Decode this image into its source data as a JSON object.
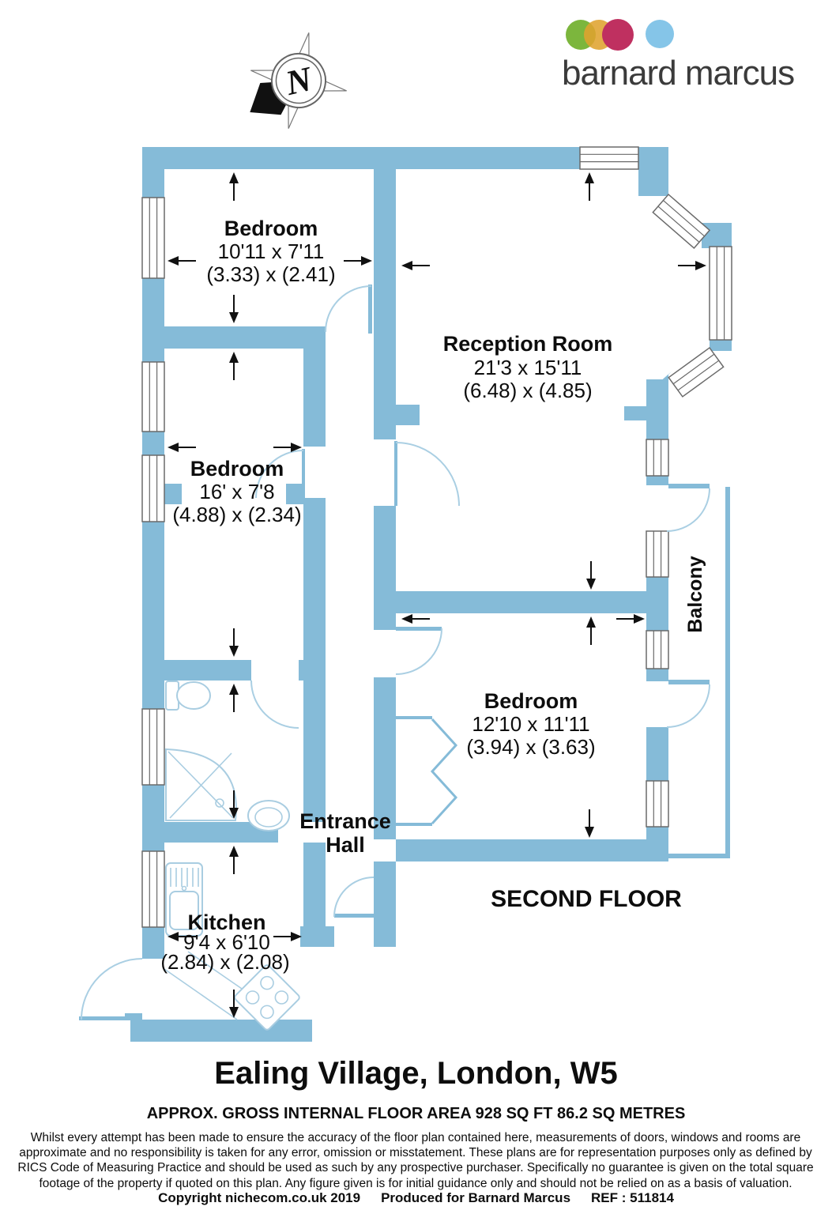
{
  "brand": {
    "name": "barnard marcus",
    "dots": [
      "#7CB63D",
      "#DFA32F",
      "#BF3060",
      "#85C5E8"
    ]
  },
  "compass": {
    "n": "N"
  },
  "floorplan": {
    "second_floor_label": "SECOND FLOOR",
    "balcony_label": "Balcony",
    "entrance_hall_line1": "Entrance",
    "entrance_hall_line2": "Hall",
    "bedroom1": {
      "name": "Bedroom",
      "imperial": "10'11 x 7'11",
      "metric": "(3.33) x (2.41)"
    },
    "reception": {
      "name": "Reception Room",
      "imperial": "21'3 x 15'11",
      "metric": "(6.48) x (4.85)"
    },
    "bedroom2": {
      "name": "Bedroom",
      "imperial": "16' x 7'8",
      "metric": "(4.88) x (2.34)"
    },
    "bedroom3": {
      "name": "Bedroom",
      "imperial": "12'10 x 11'11",
      "metric": "(3.94) x (3.63)"
    },
    "kitchen": {
      "name": "Kitchen",
      "imperial": "9'4 x 6'10",
      "metric": "(2.84) x (2.08)"
    }
  },
  "footer": {
    "title": "Ealing Village, London, W5",
    "area_line": "APPROX. GROSS INTERNAL FLOOR AREA 928 SQ FT 86.2 SQ METRES",
    "disclaimer": "Whilst every attempt has been made to ensure the accuracy of the floor plan contained here, measurements of doors, windows and rooms are approximate and no responsibility is taken for any error, omission or misstatement. These plans are for representation purposes only as defined by RICS Code of Measuring Practice and should be used as such by any prospective purchaser.  Specifically no guarantee is given on the total square footage of the property if quoted on this plan. Any figure given is for initial guidance only and should not be relied on as a basis of valuation.",
    "copyright": "Copyright nichecom.co.uk 2019",
    "produced": "Produced for Barnard Marcus",
    "ref": "REF : 511814"
  },
  "colors": {
    "wall": "#85BBD8",
    "fixture": "#A9CDE1",
    "window_frame": "#6A6A6A",
    "text": "#0D0D0D"
  }
}
